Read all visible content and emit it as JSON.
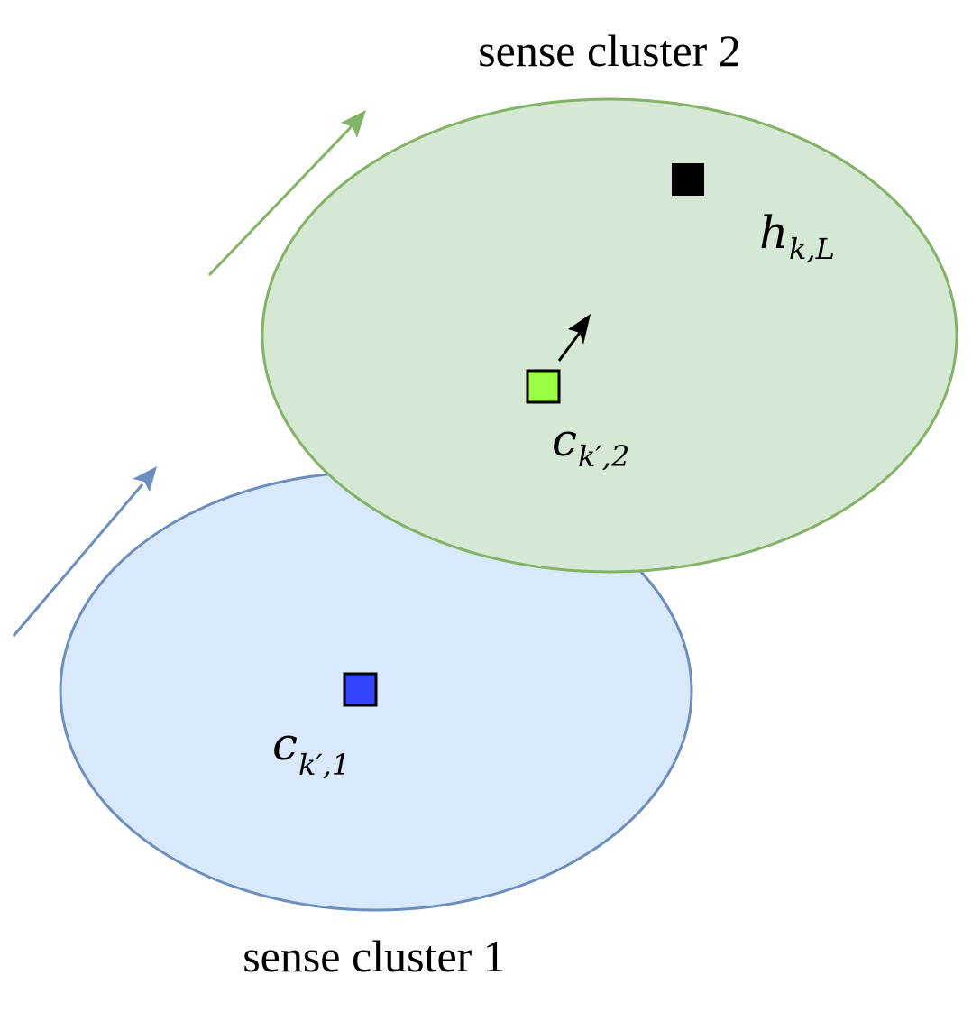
{
  "clusters": {
    "cluster1": {
      "label": "sense cluster 1",
      "fill": "#dae8fc",
      "stroke": "#6c8ebf"
    },
    "cluster2": {
      "label": "sense cluster 2",
      "fill": "#d5e8d4",
      "stroke": "#82b366"
    }
  },
  "points": {
    "c1": {
      "symbol": "c",
      "subscript": "k′,1",
      "fill": "#3344ff"
    },
    "c2": {
      "symbol": "c",
      "subscript": "k′,2",
      "fill": "#99ff44"
    },
    "h": {
      "symbol": "h",
      "subscript": "k,L",
      "fill": "#000000"
    }
  },
  "arrows": {
    "blue": "#6c8ebf",
    "green": "#82b366",
    "black": "#000000"
  }
}
